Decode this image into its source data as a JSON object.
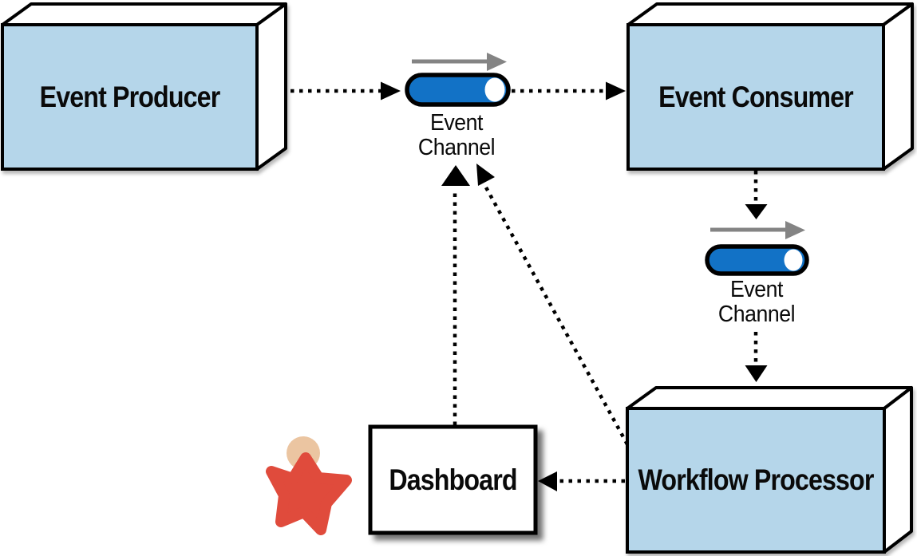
{
  "diagram": {
    "kind": "event-driven-architecture-diagram",
    "background": "#FFFFFF",
    "nodes": [
      {
        "id": "event-producer",
        "shape": "3d-box",
        "label": "Event Producer"
      },
      {
        "id": "event-channel-top",
        "shape": "cylinder",
        "label_line1": "Event",
        "label_line2": "Channel"
      },
      {
        "id": "event-consumer",
        "shape": "3d-box",
        "label": "Event Consumer"
      },
      {
        "id": "event-channel-right",
        "shape": "cylinder",
        "label_line1": "Event",
        "label_line2": "Channel"
      },
      {
        "id": "workflow-processor",
        "shape": "3d-box",
        "label": "Workflow Processor"
      },
      {
        "id": "dashboard",
        "shape": "rectangle",
        "label": "Dashboard"
      }
    ],
    "edges": [
      {
        "from": "event-producer",
        "to": "event-channel-top",
        "style": "dotted",
        "arrowhead": "right"
      },
      {
        "from": "event-channel-top",
        "to": "event-consumer",
        "style": "dotted",
        "arrowhead": "right"
      },
      {
        "from": "event-consumer",
        "to": "event-channel-right",
        "style": "dotted",
        "arrowhead": "down"
      },
      {
        "from": "event-channel-right",
        "to": "workflow-processor",
        "style": "dotted",
        "arrowhead": "down"
      },
      {
        "from": "workflow-processor",
        "to": "dashboard",
        "style": "dotted",
        "arrowhead": "left"
      },
      {
        "from": "dashboard",
        "to": "event-channel-top",
        "style": "dotted",
        "arrowhead": "up"
      },
      {
        "from": "workflow-processor",
        "to": "event-channel-top",
        "style": "dotted",
        "arrowhead": "up-right"
      }
    ],
    "icons": [
      {
        "id": "user-icon",
        "description": "red star-shaped person with tan head, beside Dashboard"
      },
      {
        "id": "flow-direction-arrow",
        "description": "gray right arrow above each event channel cylinder"
      }
    ],
    "colors": {
      "box_fill": "#B5D6EA",
      "box_side_fill": "#FFFFFF",
      "box_stroke": "#000000",
      "cylinder_fill": "#1272C6",
      "cylinder_cap": "#FFFFFF",
      "flow_arrow_gray": "#848484",
      "user_body_red": "#E04B3C",
      "user_head_tan": "#EBC5A1",
      "text": "#0A0A0A"
    }
  }
}
